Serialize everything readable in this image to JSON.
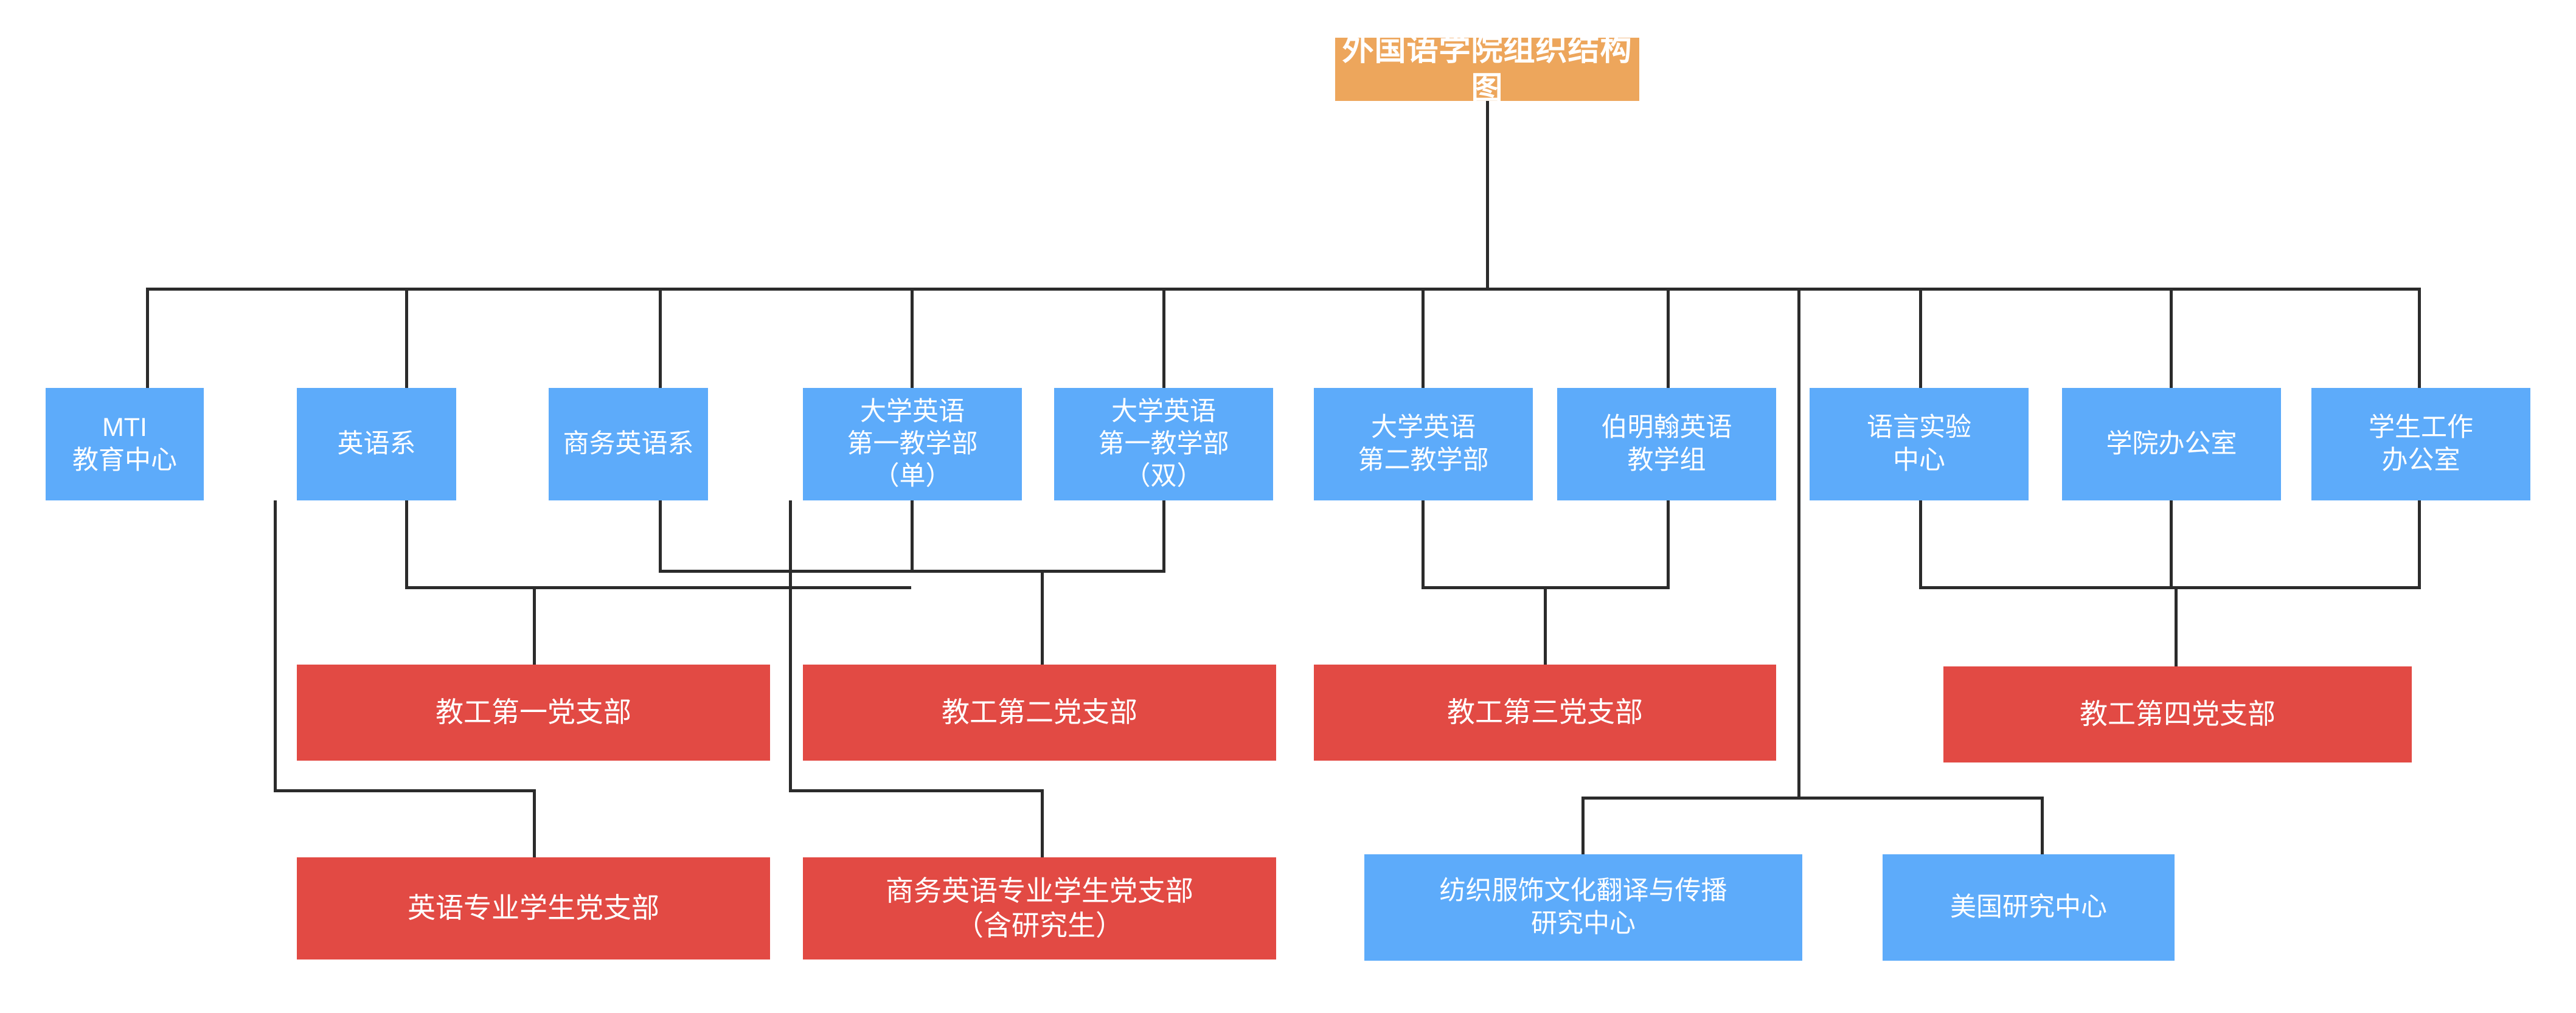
{
  "chart": {
    "type": "org-chart",
    "title": "外国语学院组织结构图",
    "colors": {
      "title_box": "#eda65c",
      "department_box": "#5dabfa",
      "party_branch_box": "#e24a44",
      "research_center_box": "#5dabfa",
      "connector_line": "#2b2b2b",
      "text": "#ffffff",
      "background": "#ffffff"
    },
    "root": {
      "label": "外国语学院组织结构图"
    },
    "departments": [
      {
        "id": "mti",
        "label": "MTI\n教育中心"
      },
      {
        "id": "english",
        "label": "英语系"
      },
      {
        "id": "business",
        "label": "商务英语系"
      },
      {
        "id": "ce1_odd",
        "label": "大学英语\n第一教学部\n（单）"
      },
      {
        "id": "ce1_even",
        "label": "大学英语\n第一教学部\n（双）"
      },
      {
        "id": "ce2",
        "label": "大学英语\n第二教学部"
      },
      {
        "id": "birmingham",
        "label": "伯明翰英语\n教学组"
      },
      {
        "id": "lab",
        "label": "语言实验\n中心"
      },
      {
        "id": "college_office",
        "label": "学院办公室"
      },
      {
        "id": "student_office",
        "label": "学生工作\n办公室"
      }
    ],
    "party_branches": [
      {
        "id": "staff1",
        "label": "教工第一党支部"
      },
      {
        "id": "staff2",
        "label": "教工第二党支部"
      },
      {
        "id": "staff3",
        "label": "教工第三党支部"
      },
      {
        "id": "staff4",
        "label": "教工第四党支部"
      }
    ],
    "student_branches": [
      {
        "id": "stu_en",
        "label": "英语专业学生党支部"
      },
      {
        "id": "stu_be",
        "label": "商务英语专业学生党支部\n（含研究生）"
      }
    ],
    "research_centers": [
      {
        "id": "textile",
        "label": "纺织服饰文化翻译与传播\n研究中心"
      },
      {
        "id": "america",
        "label": "美国研究中心"
      }
    ]
  }
}
